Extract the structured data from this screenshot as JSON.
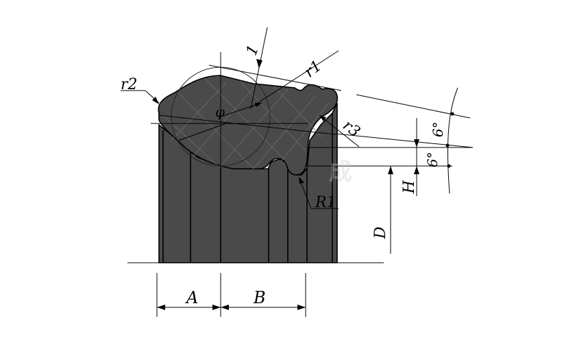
{
  "labels": {
    "A": "A",
    "B": "B",
    "D": "D",
    "H": "H",
    "r1": "r1",
    "r2": "r2",
    "r3": "r3",
    "R1": "R1",
    "one": "1",
    "phi": "φ",
    "angle_upper": "6°",
    "angle_lower": "6°"
  },
  "watermark": "成"
}
